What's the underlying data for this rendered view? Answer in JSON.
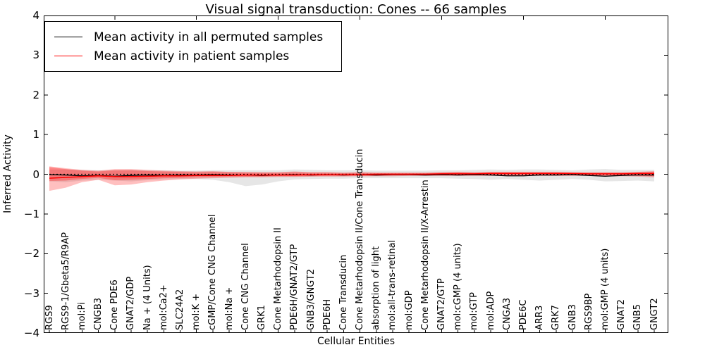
{
  "title": "Visual signal transduction: Cones -- 66 samples",
  "legend": {
    "entries": [
      {
        "label": "Mean activity in all permuted samples",
        "color": "#000000"
      },
      {
        "label": "Mean activity in patient samples",
        "color": "#ff0000"
      }
    ]
  },
  "chart_data": {
    "type": "line",
    "title": "Visual signal transduction: Cones -- 66 samples",
    "xlabel": "Cellular Entities",
    "ylabel": "Inferred Activity",
    "ylim": [
      -4,
      4
    ],
    "yticks": [
      4,
      3,
      2,
      1,
      0,
      -1,
      -2,
      -3,
      -4
    ],
    "ytick_labels": [
      "4",
      "3",
      "2",
      "1",
      "0",
      "−1",
      "−2",
      "−3",
      "−4"
    ],
    "x_major_tick_indices": [
      4,
      9,
      14,
      19,
      24,
      29,
      34
    ],
    "grid": false,
    "legend_position": "upper left",
    "zero_line": 0,
    "zero_line_style": "dotted-black",
    "categories": [
      "RGS9",
      "RGS9-1/Gbeta5/R9AP",
      "mol:Pi",
      "CNGB3",
      "Cone PDE6",
      "GNAT2/GDP",
      "Na + (4 Units)",
      "mol:Ca2+",
      "SLC24A2",
      "mol:K +",
      "cGMP/Cone CNG Channel",
      "mol:Na +",
      "Cone CNG Channel",
      "GRK1",
      "Cone Metarhodopsin II",
      "PDE6H/GNAT2/GTP",
      "GNB3/GNGT2",
      "PDE6H",
      "Cone Transducin",
      "Cone Metarhodopsin II/Cone Transducin",
      "absorption of light",
      "mol:all-trans-retinal",
      "mol:GDP",
      "Cone Metarhodopsin II/X-Arrestin",
      "GNAT2/GTP",
      "mol:cGMP (4 units)",
      "mol:GTP",
      "mol:ADP",
      "CNGA3",
      "PDE6C",
      "ARR3",
      "GRK7",
      "GNB3",
      "RGS9BP",
      "mol:GMP (4 units)",
      "GNAT2",
      "GNB5",
      "GNGT2"
    ],
    "series": [
      {
        "name": "Mean activity in all permuted samples",
        "color": "#000000",
        "width": 1.3,
        "values": [
          -0.01,
          -0.02,
          -0.04,
          -0.03,
          -0.05,
          -0.03,
          -0.02,
          -0.03,
          -0.02,
          -0.02,
          -0.01,
          -0.02,
          -0.02,
          -0.03,
          -0.02,
          -0.01,
          -0.02,
          -0.01,
          -0.02,
          -0.01,
          -0.02,
          -0.01,
          -0.01,
          -0.02,
          -0.01,
          -0.02,
          -0.01,
          -0.02,
          -0.04,
          -0.04,
          -0.02,
          -0.02,
          -0.01,
          -0.03,
          -0.05,
          -0.03,
          -0.02,
          -0.02
        ]
      },
      {
        "name": "Mean activity in patient samples",
        "color": "#ff0000",
        "width": 1.5,
        "values": [
          -0.1,
          -0.08,
          -0.06,
          -0.04,
          -0.06,
          -0.06,
          -0.05,
          -0.04,
          -0.04,
          -0.03,
          -0.03,
          -0.03,
          -0.02,
          -0.02,
          -0.02,
          -0.02,
          -0.01,
          -0.01,
          -0.01,
          -0.01,
          0.0,
          0.0,
          0.0,
          0.0,
          0.01,
          0.01,
          0.01,
          0.02,
          0.02,
          0.02,
          0.02,
          0.02,
          0.02,
          0.01,
          0.01,
          0.01,
          0.02,
          0.02
        ]
      }
    ],
    "bands": [
      {
        "name": "permuted-samples-range",
        "fill": "#e6e6e6",
        "opacity": 1,
        "upper": [
          0.12,
          0.12,
          0.11,
          0.1,
          0.1,
          0.11,
          0.1,
          0.1,
          0.09,
          0.09,
          0.1,
          0.1,
          0.1,
          0.1,
          0.1,
          0.12,
          0.11,
          0.1,
          0.1,
          0.1,
          0.09,
          0.09,
          0.09,
          0.09,
          0.1,
          0.1,
          0.11,
          0.12,
          0.11,
          0.12,
          0.12,
          0.11,
          0.1,
          0.12,
          0.13,
          0.11,
          0.11,
          0.11
        ],
        "lower": [
          -0.18,
          -0.2,
          -0.16,
          -0.14,
          -0.16,
          -0.18,
          -0.15,
          -0.13,
          -0.12,
          -0.12,
          -0.14,
          -0.2,
          -0.3,
          -0.26,
          -0.18,
          -0.13,
          -0.12,
          -0.11,
          -0.11,
          -0.1,
          -0.1,
          -0.1,
          -0.1,
          -0.1,
          -0.1,
          -0.11,
          -0.12,
          -0.14,
          -0.12,
          -0.14,
          -0.16,
          -0.14,
          -0.12,
          -0.14,
          -0.18,
          -0.17,
          -0.16,
          -0.18
        ]
      },
      {
        "name": "patient-samples-range-outer",
        "fill": "#ff0000",
        "opacity": 0.25,
        "upper": [
          0.2,
          0.15,
          0.11,
          0.09,
          0.13,
          0.13,
          0.11,
          0.09,
          0.08,
          0.07,
          0.08,
          0.06,
          0.06,
          0.05,
          0.05,
          0.07,
          0.05,
          0.05,
          0.04,
          0.05,
          0.04,
          0.04,
          0.04,
          0.04,
          0.05,
          0.06,
          0.05,
          0.06,
          0.06,
          0.06,
          0.06,
          0.06,
          0.05,
          0.05,
          0.05,
          0.05,
          0.06,
          0.08
        ],
        "lower": [
          -0.42,
          -0.34,
          -0.2,
          -0.14,
          -0.28,
          -0.26,
          -0.2,
          -0.16,
          -0.13,
          -0.11,
          -0.1,
          -0.09,
          -0.08,
          -0.08,
          -0.07,
          -0.07,
          -0.06,
          -0.06,
          -0.06,
          -0.05,
          -0.05,
          -0.05,
          -0.04,
          -0.04,
          -0.04,
          -0.04,
          -0.04,
          -0.04,
          -0.04,
          -0.04,
          -0.04,
          -0.04,
          -0.04,
          -0.04,
          -0.05,
          -0.05,
          -0.06,
          -0.08
        ]
      },
      {
        "name": "patient-samples-range-inner",
        "fill": "#ff0000",
        "opacity": 0.3,
        "upper": [
          0.18,
          0.13,
          0.09,
          0.07,
          0.1,
          0.1,
          0.08,
          0.07,
          0.06,
          0.05,
          0.06,
          0.05,
          0.04,
          0.04,
          0.04,
          0.05,
          0.04,
          0.04,
          0.03,
          0.04,
          0.03,
          0.03,
          0.03,
          0.03,
          0.04,
          0.05,
          0.04,
          0.05,
          0.05,
          0.05,
          0.05,
          0.05,
          0.04,
          0.04,
          0.04,
          0.04,
          0.05,
          0.06
        ],
        "lower": [
          -0.17,
          -0.16,
          -0.12,
          -0.09,
          -0.15,
          -0.14,
          -0.12,
          -0.1,
          -0.09,
          -0.08,
          -0.07,
          -0.06,
          -0.06,
          -0.06,
          -0.05,
          -0.05,
          -0.05,
          -0.04,
          -0.04,
          -0.04,
          -0.04,
          -0.03,
          -0.03,
          -0.03,
          -0.03,
          -0.03,
          -0.03,
          -0.03,
          -0.03,
          -0.03,
          -0.03,
          -0.03,
          -0.03,
          -0.03,
          -0.03,
          -0.03,
          -0.04,
          -0.05
        ]
      }
    ]
  }
}
